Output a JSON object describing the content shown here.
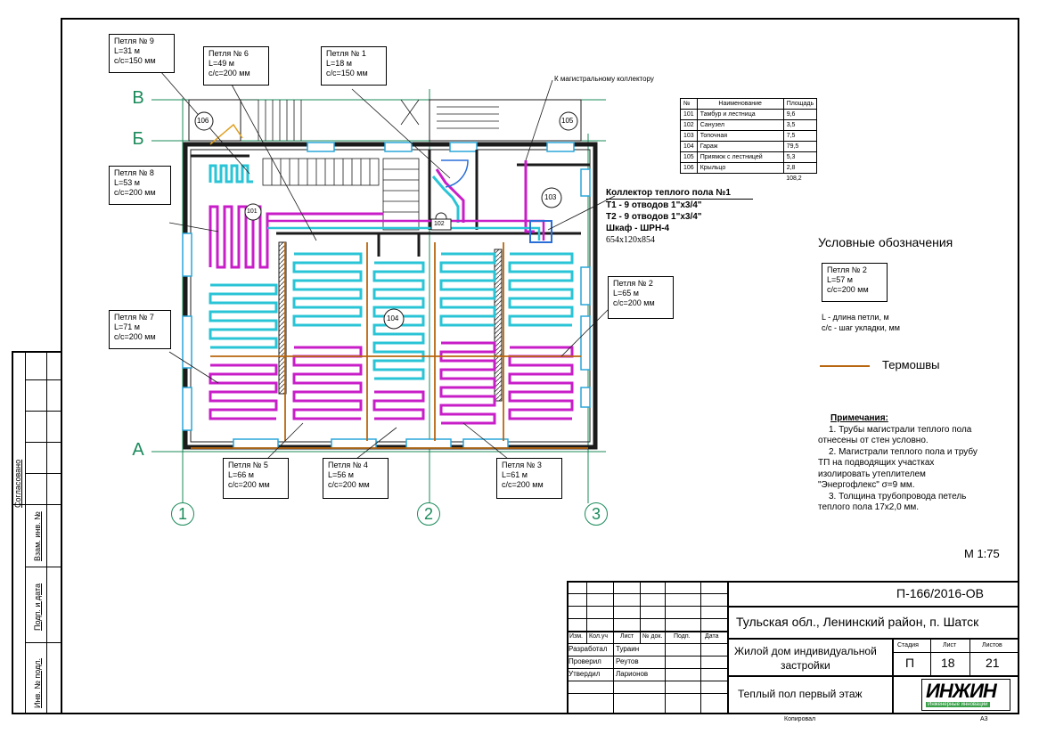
{
  "loops": {
    "l9": {
      "name": "Петля № 9",
      "len": "L=31 м",
      "step": "c/c=150 мм"
    },
    "l6": {
      "name": "Петля № 6",
      "len": "L=49 м",
      "step": "c/c=200 мм"
    },
    "l1": {
      "name": "Петля № 1",
      "len": "L=18 м",
      "step": "c/c=150 мм"
    },
    "l8": {
      "name": "Петля № 8",
      "len": "L=53 м",
      "step": "c/c=200 мм"
    },
    "l7": {
      "name": "Петля № 7",
      "len": "L=71 м",
      "step": "c/c=200 мм"
    },
    "l2": {
      "name": "Петля № 2",
      "len": "L=65 м",
      "step": "c/c=200 мм"
    },
    "l5": {
      "name": "Петля № 5",
      "len": "L=66 м",
      "step": "c/c=200 мм"
    },
    "l4": {
      "name": "Петля № 4",
      "len": "L=56 м",
      "step": "c/c=200 мм"
    },
    "l3": {
      "name": "Петля № 3",
      "len": "L=61 м",
      "step": "c/c=200 мм"
    }
  },
  "axes": {
    "b": "В",
    "bb": "Б",
    "a": "А",
    "n1": "1",
    "n2": "2",
    "n3": "3"
  },
  "room_tags": {
    "r101": "101",
    "r103": "103",
    "r104": "104",
    "r105": "105",
    "r106": "106",
    "r102": "102"
  },
  "main_collector_note": "К магистральному коллектору",
  "collector": {
    "title": "Коллектор теплого пола №1",
    "t1": "Т1 - 9 отводов 1\"x3/4\"",
    "t2": "Т2 - 9 отводов 1\"x3/4\"",
    "cabinet": "Шкаф - ШРН-4",
    "size": "654x120x854"
  },
  "rooms_table": {
    "headers": [
      "№",
      "Наименование",
      "Площадь"
    ],
    "rows": [
      [
        "101",
        "Тамбур и лестница",
        "9,6"
      ],
      [
        "102",
        "Санузел",
        "3,5"
      ],
      [
        "103",
        "Топочная",
        "7,5"
      ],
      [
        "104",
        "Гараж",
        "79,5"
      ],
      [
        "105",
        "Приямок с лестницей",
        "5,3"
      ],
      [
        "106",
        "Крыльцо",
        "2,8"
      ]
    ],
    "total": "108,2"
  },
  "legend": {
    "title": "Условные обозначения",
    "sample_name": "Петля № 2",
    "sample_len": "L=57 м",
    "sample_step": "c/c=200 мм",
    "desc1": "L - длина петли, м",
    "desc2": "c/c - шаг укладки, мм",
    "thermo": "Термошвы"
  },
  "notes": {
    "title": "Примечания:",
    "n1a": "1. Трубы магистрали теплого пола",
    "n1b": "отнесены от стен условно.",
    "n2a": "2. Магистрали теплого пола и трубу",
    "n2b": "ТП на подводящих участках",
    "n2c": "изолировать утеплителем",
    "n2d": "\"Энергофлекс\" σ=9 мм.",
    "n3a": "3. Толщина трубопровода петель",
    "n3b": "теплого пола 17x2,0 мм."
  },
  "scale": "М 1:75",
  "stamp": {
    "code": "П-166/2016-ОВ",
    "location": "Тульская обл., Ленинский район, п. Шатск",
    "object1": "Жилой дом индивидуальной",
    "object2": "застройки",
    "sheet_title": "Теплый пол первый этаж",
    "stage_h": "Стадия",
    "sheet_h": "Лист",
    "sheets_h": "Листов",
    "stage": "П",
    "sheet": "18",
    "sheets": "21",
    "col_izm": "Изм.",
    "col_kol": "Кол.уч",
    "col_list": "Лист",
    "col_doc": "№ док.",
    "col_podp": "Подп.",
    "col_data": "Дата",
    "r_dev": "Разработал",
    "n_dev": "Тураин",
    "r_chk": "Проверил",
    "n_chk": "Реутов",
    "r_app": "Утвердил",
    "n_app": "Ларионов",
    "logo": "ИНЖИН",
    "logo_sub": "Инженерные инновации",
    "copied": "Копировал",
    "format": "А3"
  },
  "side": {
    "agreed": "Согласовано",
    "inv_zam": "Взам. инв. №",
    "sign_date": "Подп. и дата",
    "inv_orig": "Инв. № подл."
  },
  "colors": {
    "loop_magenta": "#c81ec8",
    "loop_cyan": "#29c4d6",
    "thermo": "#b8660f",
    "axis": "#1a8a5a",
    "wall": "#1b1b1b"
  }
}
